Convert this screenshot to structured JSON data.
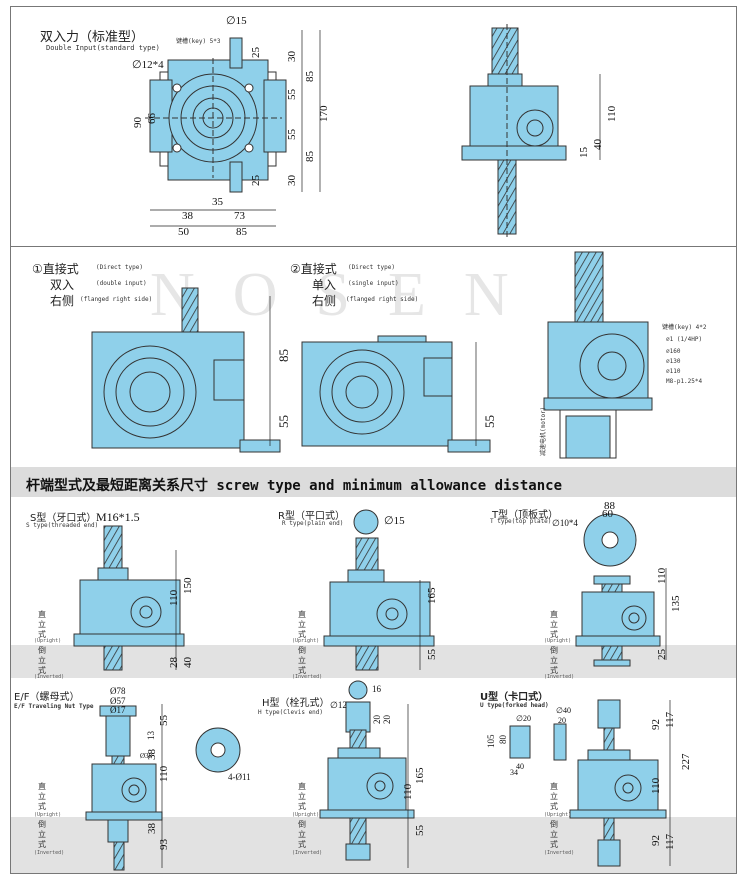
{
  "colors": {
    "body": "#8fd0ea",
    "outline": "#333333",
    "banner": "#dcdcdc",
    "strip": "#e2e2e2"
  },
  "watermark": "NOSEN",
  "top": {
    "title_cn": "双入力（标准型）",
    "title_en": "Double Input(standard type)",
    "key_label": "键槽(key) 5*3",
    "dims_left": {
      "d15": "∅15",
      "d12x4": "∅12*4",
      "v25a": "25",
      "v30a": "30",
      "v85a": "85",
      "v55a": "55",
      "v170": "170",
      "v55b": "55",
      "v85b": "85",
      "v25b": "25",
      "v30b": "30",
      "v90": "90",
      "v66": "66",
      "h35": "35",
      "h38": "38",
      "h73": "73",
      "h50": "50",
      "h85": "85"
    },
    "dims_right": {
      "v110": "110",
      "v40": "40",
      "v15": "15"
    }
  },
  "mid": {
    "opt1_cn": "①直接式",
    "opt1_en": "(Direct type)",
    "opt1_in_cn": "双入",
    "opt1_in_en": "(double input)",
    "opt1_side_cn": "右侧",
    "opt1_side_en": "(flanged right side)",
    "opt2_cn": "②直接式",
    "opt2_en": "(Direct type)",
    "opt2_in_cn": "单入",
    "opt2_in_en": "(single input)",
    "opt2_side_cn": "右侧",
    "opt2_side_en": "(flanged right side)",
    "dims": {
      "a85": "85",
      "a55": "55",
      "b55": "55"
    },
    "flange": {
      "key": "键槽(key) 4*2",
      "d1": "∅1 (1/4HP)",
      "d160": "∅160",
      "d130": "∅130",
      "d110": "∅110",
      "bolt": "M8-p1.25*4"
    },
    "motor_note": "减速电机(motor)"
  },
  "banner_text": "杆端型式及最短距离关系尺寸 screw type and minimum allowance distance",
  "side_labels": {
    "upright_cn": "直立式",
    "upright_en": "(Upright)",
    "inverted_cn": "倒立式",
    "inverted_en": "(Inverted)"
  },
  "s_type": {
    "cn": "S型（牙口式）",
    "en": "S type(threaded end)",
    "thread": "M16*1.5",
    "d150": "150",
    "d110": "110",
    "d28": "28",
    "d40": "40"
  },
  "r_type": {
    "cn": "R型（平口式）",
    "en": "R type(plain end)",
    "d15": "∅15",
    "d165": "165",
    "d55": "55"
  },
  "t_type": {
    "cn": "T型（顶板式）",
    "en": "T type(top plate)",
    "d88": "88",
    "d60": "60",
    "d10x4": "∅10*4",
    "d110": "110",
    "d135": "135",
    "d25": "25"
  },
  "ef_type": {
    "cn": "E/F（螺母式）",
    "en": "E/F Traveling Nut Type",
    "d78": "Ø78",
    "d57": "Ø57",
    "d17": "Ø17",
    "d38a": "Ø38",
    "v13": "13",
    "v55": "55",
    "v38": "38",
    "v110": "110",
    "v38b": "38",
    "v93": "93",
    "hole": "4-Ø11"
  },
  "h_type": {
    "cn": "H型（栓孔式）",
    "en": "H type(Clevis end)",
    "d12": "∅12",
    "d16": "16",
    "d20a": "20",
    "d20b": "20",
    "v165": "165",
    "v110": "110",
    "v55": "55"
  },
  "u_type": {
    "cn": "U型（卡口式）",
    "en": "U type(forked head)",
    "d40": "∅40",
    "d20": "20",
    "d20b": "∅20",
    "d40b": "40",
    "v105": "105",
    "v80": "80",
    "v34": "34",
    "v92a": "92",
    "v117a": "117",
    "v227": "227",
    "v110": "110",
    "v92b": "92",
    "v117b": "117"
  }
}
